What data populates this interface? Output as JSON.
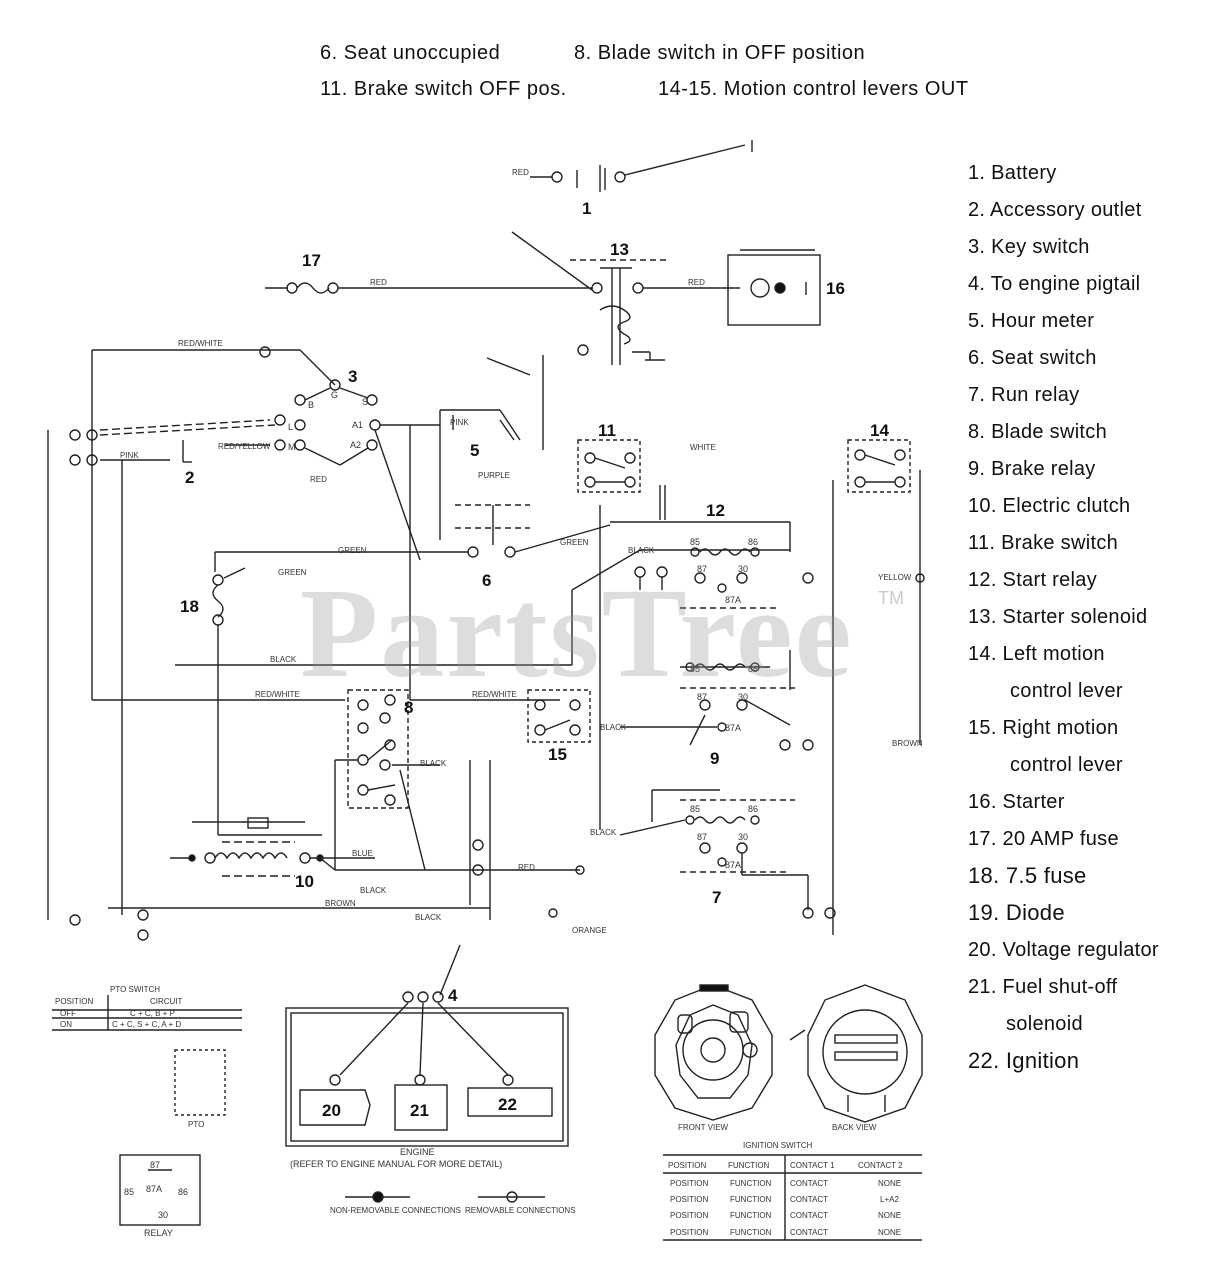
{
  "header": {
    "line1_left": "6. Seat unoccupied",
    "line1_right": "8. Blade switch in OFF position",
    "line2_left": "11. Brake switch OFF pos.",
    "line2_right": "14-15. Motion control levers OUT"
  },
  "legend": [
    {
      "text": "1. Battery"
    },
    {
      "text": "2. Accessory outlet"
    },
    {
      "text": "3. Key switch"
    },
    {
      "text": "4. To engine pigtail"
    },
    {
      "text": "5. Hour meter"
    },
    {
      "text": "6. Seat switch"
    },
    {
      "text": "7. Run relay"
    },
    {
      "text": "8. Blade switch"
    },
    {
      "text": "9. Brake relay"
    },
    {
      "text": "10. Electric clutch"
    },
    {
      "text": "11. Brake switch"
    },
    {
      "text": "12. Start relay"
    },
    {
      "text": "13. Starter solenoid"
    },
    {
      "text": "14. Left motion"
    },
    {
      "text": "control lever"
    },
    {
      "text": "15. Right motion"
    },
    {
      "text": "control lever"
    },
    {
      "text": "16. Starter"
    },
    {
      "text": "17. 20 AMP fuse"
    },
    {
      "text": "18. 7.5 fuse"
    },
    {
      "text": "19. Diode"
    },
    {
      "text": "20. Voltage regulator"
    },
    {
      "text": "21. Fuel shut-off"
    },
    {
      "text": "solenoid"
    },
    {
      "text": "22. Ignition"
    }
  ],
  "callouts": {
    "c1": "1",
    "c2": "2",
    "c3": "3",
    "c4": "4",
    "c5": "5",
    "c6": "6",
    "c7": "7",
    "c8": "8",
    "c9": "9",
    "c10": "10",
    "c11": "11",
    "c12": "12",
    "c13": "13",
    "c14": "14",
    "c15": "15",
    "c16": "16",
    "c17": "17",
    "c18": "18",
    "c20": "20",
    "c21": "21",
    "c22": "22"
  },
  "wires": {
    "red": "RED",
    "red_white": "RED/WHITE",
    "red_yellow": "RED/YELLOW",
    "black": "BLACK",
    "green": "GREEN",
    "yellow": "YELLOW",
    "brown": "BROWN",
    "blue": "BLUE",
    "purple": "PURPLE",
    "orange": "ORANGE",
    "white": "WHITE",
    "pink": "PINK"
  },
  "relay_pins": {
    "p85": "85",
    "p86": "86",
    "p87": "87",
    "p30": "30",
    "p87a": "87A"
  },
  "key_terminals": {
    "b": "B",
    "g": "G",
    "s": "S",
    "a1": "A1",
    "a2": "A2",
    "l": "L",
    "m": "M"
  },
  "pto_table": {
    "title": "PTO SWITCH",
    "col_position": "POSITION",
    "col_circuit": "CIRCUIT",
    "off_label": "OFF",
    "off_circuit": "C + C, B + P",
    "on_label": "ON",
    "on_circuit": "C + C, S + C, A + D",
    "caption": "PTO"
  },
  "engine": {
    "label": "ENGINE",
    "note": "(REFER TO ENGINE MANUAL FOR MORE DETAIL)"
  },
  "connections": {
    "non_removable": "NON-REMOVABLE CONNECTIONS",
    "removable": "REMOVABLE CONNECTIONS"
  },
  "relay_box": {
    "caption": "RELAY",
    "p87": "87",
    "p87a": "87A",
    "p85": "85",
    "p86": "86",
    "p30": "30"
  },
  "ignition": {
    "front_view": "FRONT VIEW",
    "back_view": "BACK VIEW",
    "table_title": "IGNITION SWITCH",
    "headers": [
      "POSITION",
      "FUNCTION",
      "CONTACT 1",
      "CONTACT 2"
    ],
    "rows": [
      [
        "POSITION",
        "FUNCTION",
        "CONTACT",
        "NONE"
      ],
      [
        "POSITION",
        "FUNCTION",
        "CONTACT",
        "L+A2"
      ],
      [
        "POSITION",
        "FUNCTION",
        "CONTACT",
        "NONE"
      ],
      [
        "POSITION",
        "FUNCTION",
        "CONTACT",
        "NONE"
      ]
    ]
  },
  "watermark": {
    "text": "PartsTree",
    "tm": "TM"
  }
}
